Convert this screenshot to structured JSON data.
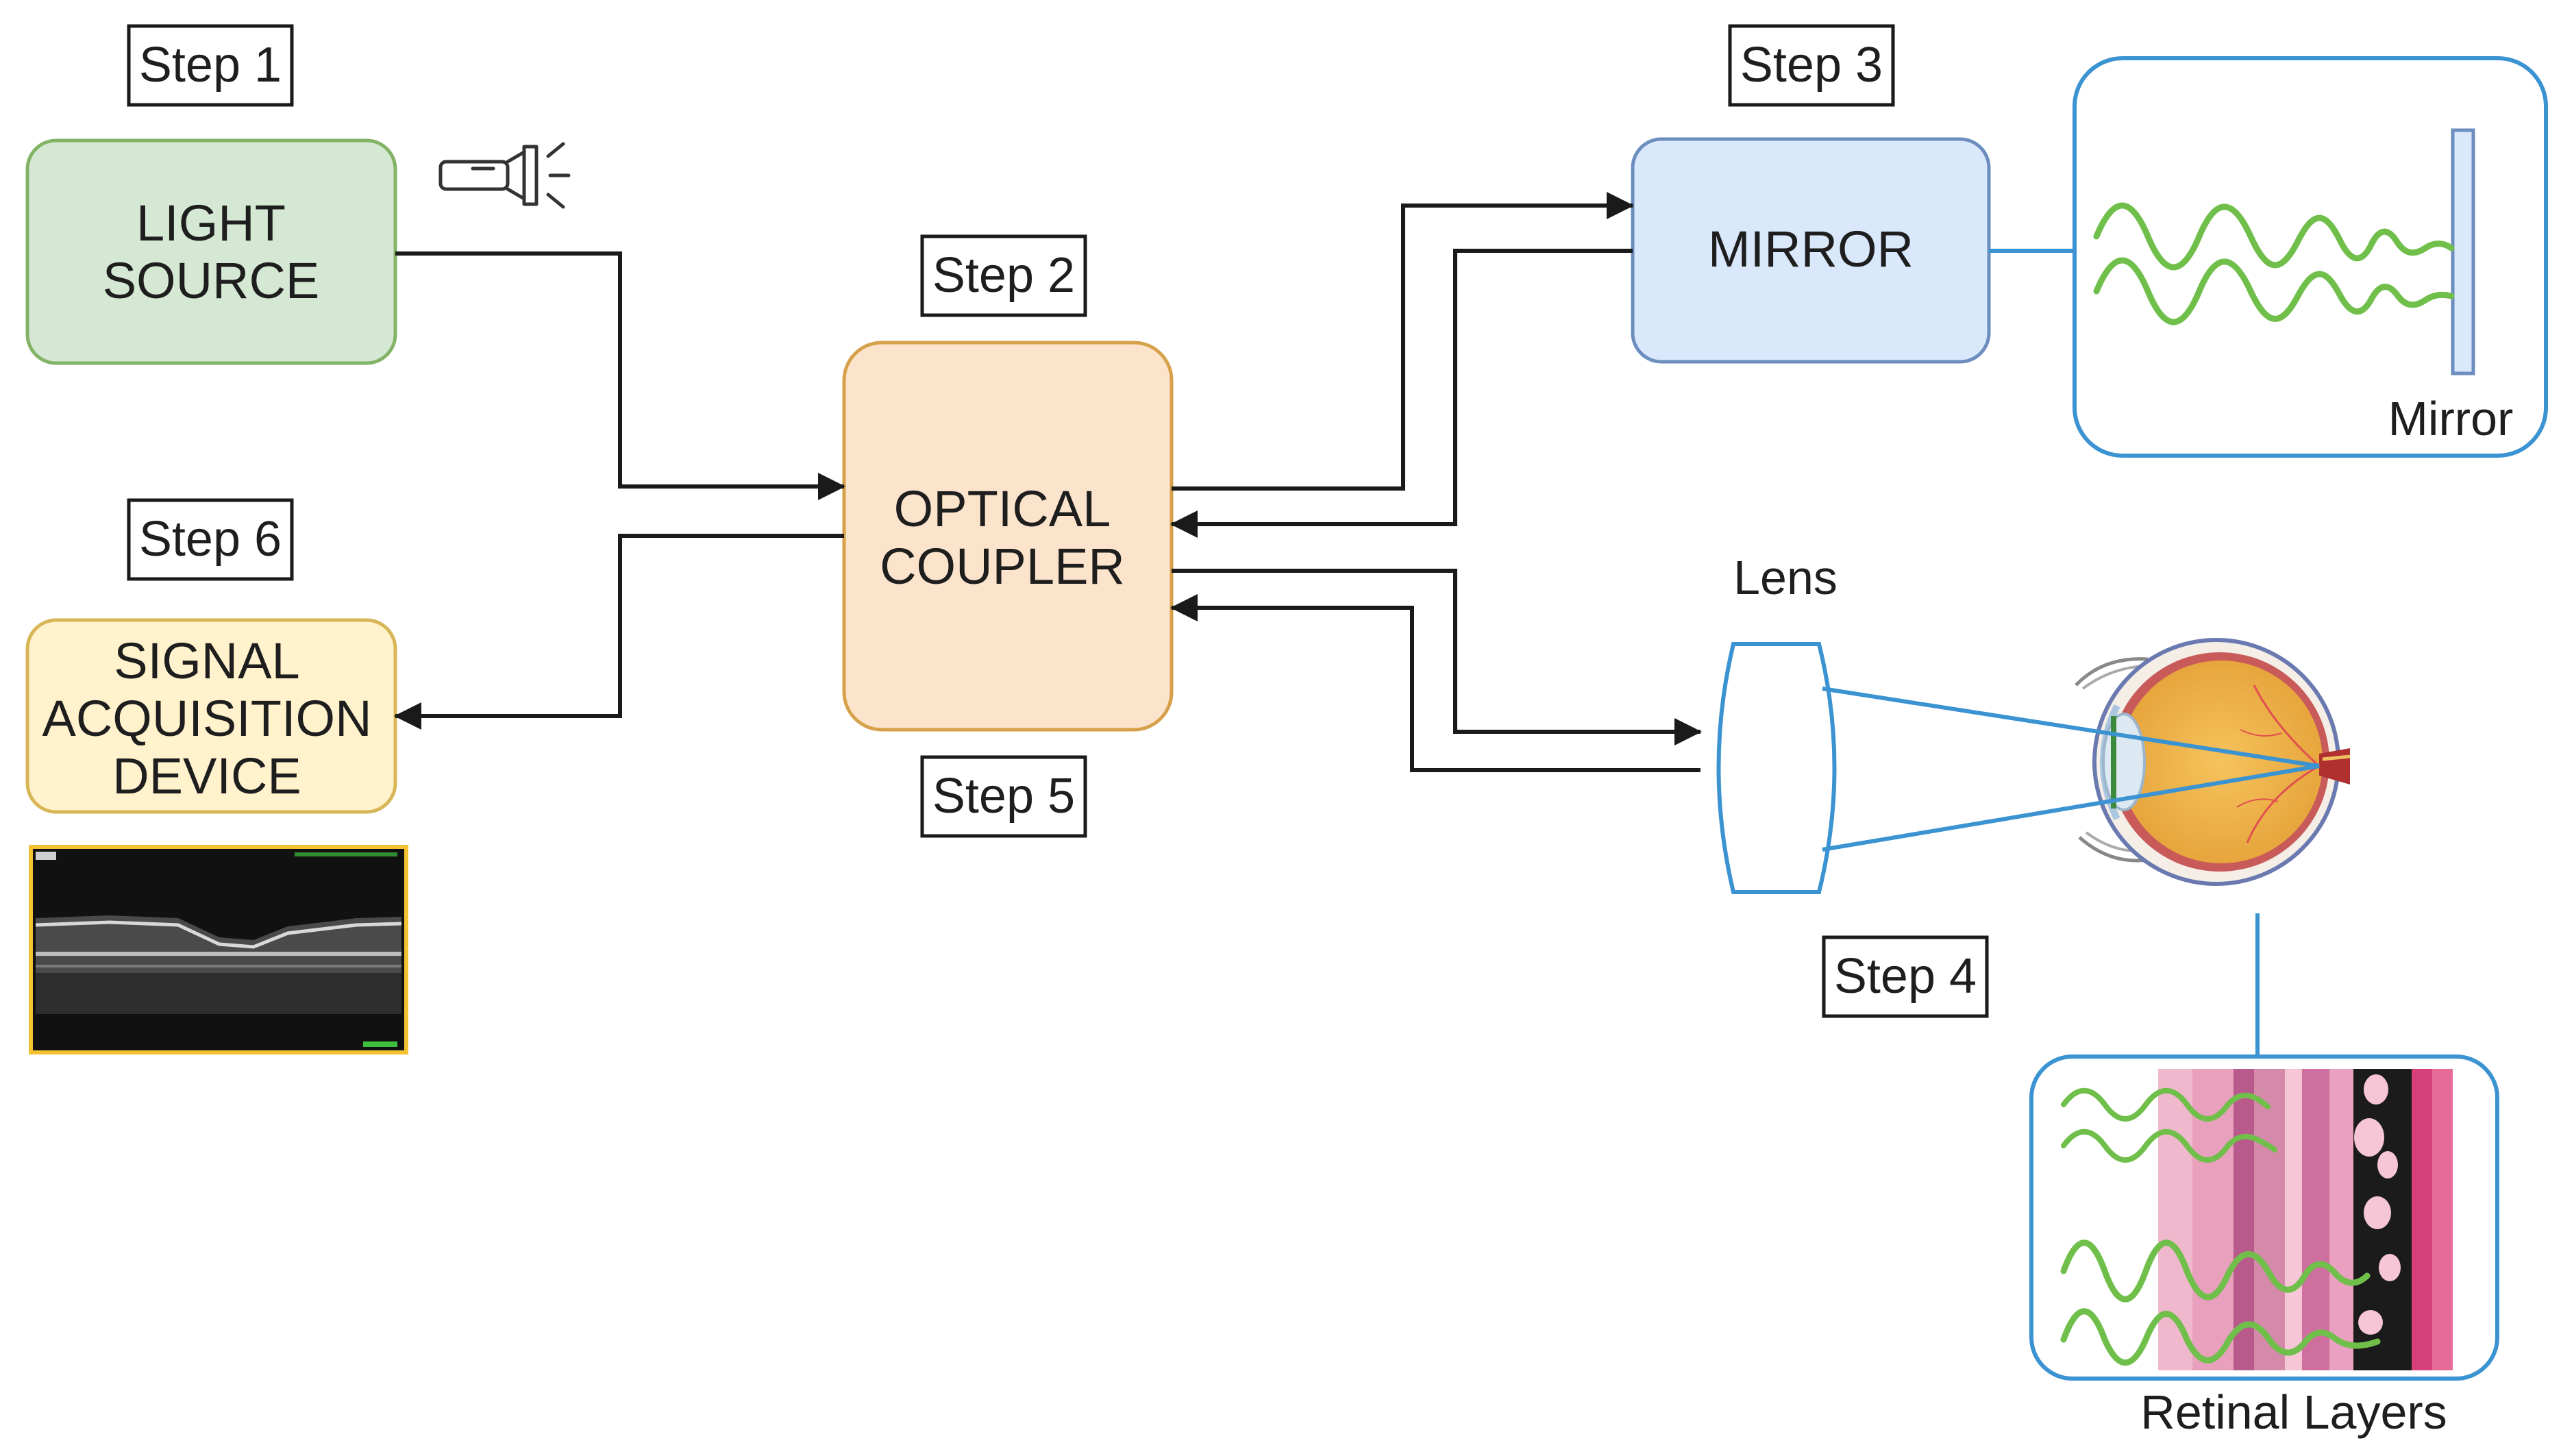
{
  "steps": {
    "step1": "Step 1",
    "step2": "Step 2",
    "step3": "Step 3",
    "step4": "Step 4",
    "step5": "Step 5",
    "step6": "Step 6"
  },
  "boxes": {
    "light_source": [
      "LIGHT",
      "SOURCE"
    ],
    "optical_coupler": [
      "OPTICAL",
      "COUPLER"
    ],
    "mirror": "MIRROR",
    "signal_acquisition": [
      "SIGNAL",
      "ACQUISITION",
      "DEVICE"
    ]
  },
  "captions": {
    "mirror": "Mirror",
    "lens": "Lens",
    "retinal_layers": "Retinal Layers"
  },
  "colors": {
    "light_source_fill": "#d5e8d4",
    "light_source_stroke": "#82b366",
    "coupler_fill": "#fce4cc",
    "coupler_stroke": "#d7a04a",
    "mirror_fill": "#dae8fc",
    "mirror_stroke": "#6c8ebf",
    "signal_fill": "#fff2cc",
    "signal_stroke": "#d6b656",
    "wave_green": "#6fbf4a",
    "callout_blue": "#3b93d1"
  },
  "icons": [
    "flashlight-icon",
    "eye-illustration",
    "oct-scan-image",
    "retina-histology-image"
  ]
}
